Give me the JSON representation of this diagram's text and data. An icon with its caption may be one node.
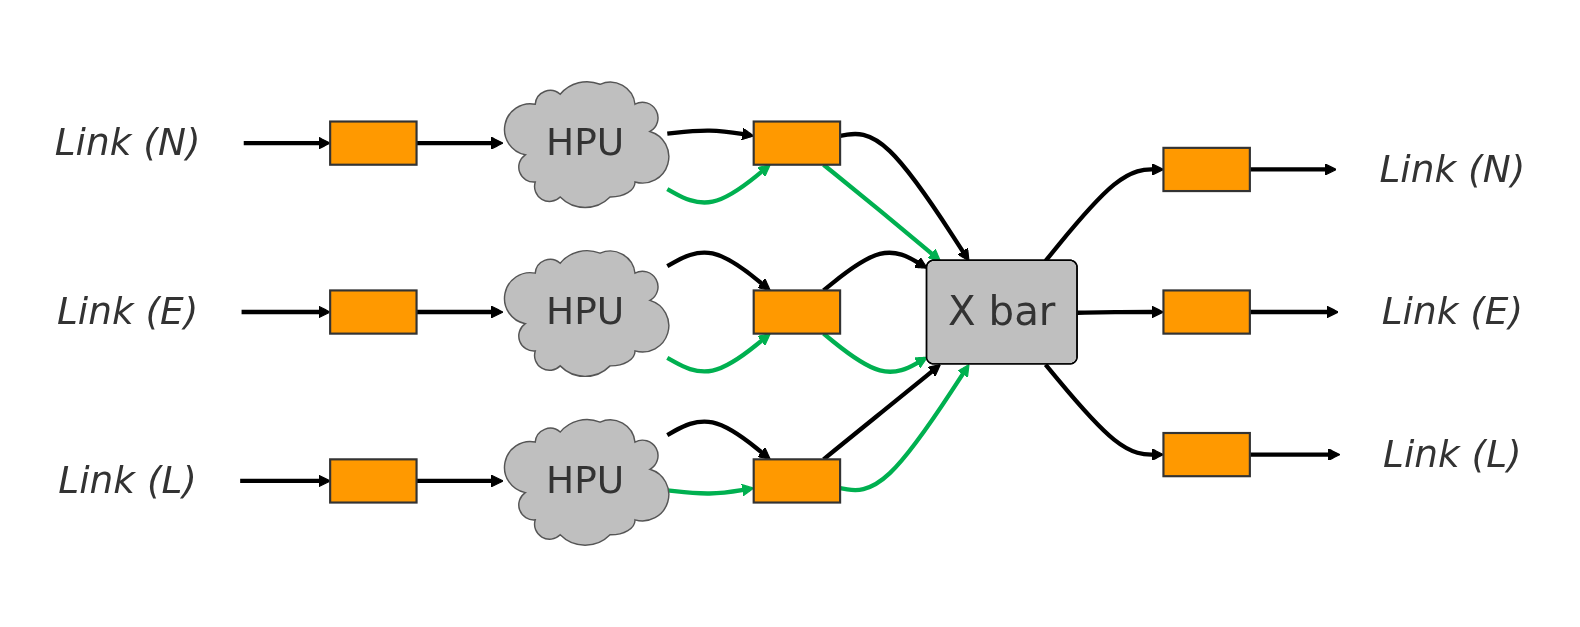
{
  "diagram": {
    "nodes": [
      {
        "text": [
          "Link (N)"
        ]
      },
      {
        "text": [],
        "shape": "box"
      },
      {
        "text": [
          "HPU"
        ]
      },
      {
        "text": [],
        "shape": "box"
      },
      {
        "text": [
          "X bar"
        ]
      },
      {
        "text": [],
        "shape": "box"
      },
      {
        "text": [
          "Link (N)"
        ]
      },
      {
        "text": [
          "Link (E)"
        ]
      },
      {
        "text": [],
        "shape": "box"
      },
      {
        "text": [
          "HPU"
        ]
      },
      {
        "text": [],
        "shape": "box"
      },
      {
        "text": [],
        "shape": "box"
      },
      {
        "text": [
          "Link (E)"
        ]
      },
      {
        "text": [
          "Link (L)"
        ]
      },
      {
        "text": [],
        "shape": "box"
      },
      {
        "text": [
          "HPU"
        ]
      },
      {
        "text": [],
        "shape": "box"
      },
      {
        "text": [],
        "shape": "box"
      },
      {
        "text": [
          "Link (L)"
        ]
      }
    ],
    "edges": [
      {
        "from": 0,
        "to": 1,
        "arrow": "to"
      },
      {
        "from": 1,
        "to": 2,
        "arrow": "to"
      },
      {
        "from": 2,
        "to": 3,
        "arrow": "to"
      },
      {
        "from": 2,
        "to": 3,
        "arrow": "to",
        "color": "#00b050"
      },
      {
        "from": 3,
        "to": 4,
        "arrow": "to"
      },
      {
        "from": 3,
        "to": 4,
        "arrow": "to",
        "color": "#00b050"
      },
      {
        "from": 4,
        "to": 5,
        "arrow": "to"
      },
      {
        "from": 5,
        "to": 6,
        "arrow": "to"
      },
      {
        "from": 7,
        "to": 8,
        "arrow": "to"
      },
      {
        "from": 8,
        "to": 9,
        "arrow": "to"
      },
      {
        "from": 9,
        "to": 10,
        "arrow": "to"
      },
      {
        "from": 9,
        "to": 10,
        "arrow": "to",
        "color": "#00b050"
      },
      {
        "from": 10,
        "to": 4,
        "arrow": "to"
      },
      {
        "from": 10,
        "to": 4,
        "arrow": "to",
        "color": "#00b050"
      },
      {
        "from": 4,
        "to": 11,
        "arrow": "to"
      },
      {
        "from": 11,
        "to": 12,
        "arrow": "to"
      },
      {
        "from": 13,
        "to": 14,
        "arrow": "to"
      },
      {
        "from": 14,
        "to": 15,
        "arrow": "to"
      },
      {
        "from": 15,
        "to": 16,
        "arrow": "to"
      },
      {
        "from": 15,
        "to": 16,
        "arrow": "to",
        "color": "#00b050"
      },
      {
        "from": 16,
        "to": 4,
        "arrow": "to"
      },
      {
        "from": 16,
        "to": 4,
        "arrow": "to",
        "color": "#00b050"
      },
      {
        "from": 4,
        "to": 17,
        "arrow": "to"
      },
      {
        "from": 17,
        "to": 18,
        "arrow": "to"
      }
    ]
  }
}
